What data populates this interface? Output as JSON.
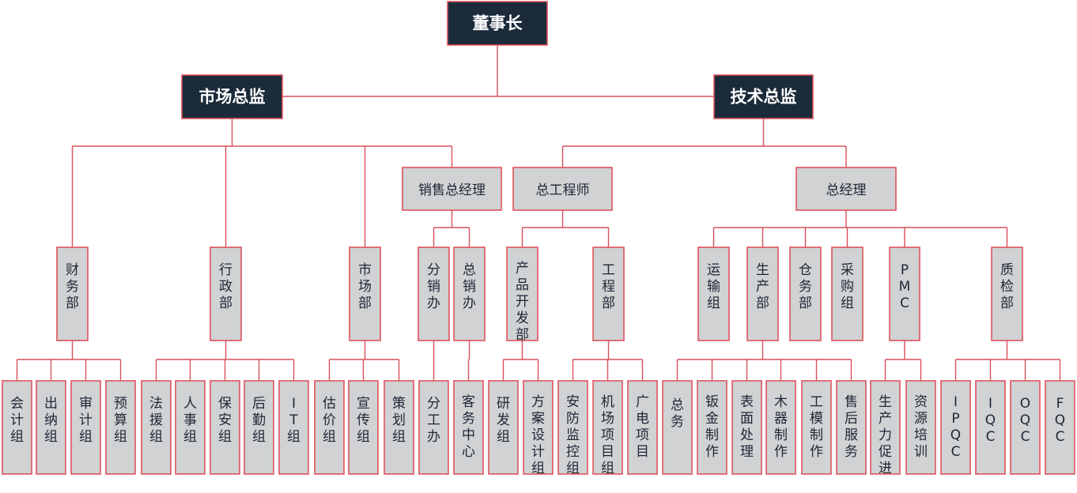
{
  "nodes": [
    {
      "id": "chairman",
      "label": "董事长",
      "style": "dark"
    },
    {
      "id": "market_director",
      "label": "市场总监",
      "style": "dark"
    },
    {
      "id": "tech_director",
      "label": "技术总监",
      "style": "dark"
    },
    {
      "id": "sales_gm",
      "label": "销售总经理",
      "style": "grey"
    },
    {
      "id": "chief_engineer",
      "label": "总工程师",
      "style": "grey"
    },
    {
      "id": "general_manager",
      "label": "总经理",
      "style": "grey"
    },
    {
      "id": "finance",
      "label": "财务部",
      "style": "grey"
    },
    {
      "id": "admin",
      "label": "行政部",
      "style": "grey"
    },
    {
      "id": "market_dept",
      "label": "市场部",
      "style": "grey"
    },
    {
      "id": "branch_office",
      "label": "分销办",
      "style": "grey"
    },
    {
      "id": "general_sales_office",
      "label": "总销办",
      "style": "grey"
    },
    {
      "id": "product_dev",
      "label": "产品开发部",
      "style": "grey"
    },
    {
      "id": "engineering",
      "label": "工程部",
      "style": "grey"
    },
    {
      "id": "transport",
      "label": "运输组",
      "style": "grey"
    },
    {
      "id": "production",
      "label": "生产部",
      "style": "grey"
    },
    {
      "id": "warehouse",
      "label": "仓务部",
      "style": "grey"
    },
    {
      "id": "purchasing",
      "label": "采购组",
      "style": "grey"
    },
    {
      "id": "pmc",
      "label": "PMC",
      "style": "grey"
    },
    {
      "id": "qc_dept",
      "label": "质检部",
      "style": "grey"
    },
    {
      "id": "accounting",
      "label": "会计组",
      "style": "grey"
    },
    {
      "id": "cashier",
      "label": "出纳组",
      "style": "grey"
    },
    {
      "id": "audit",
      "label": "审计组",
      "style": "grey"
    },
    {
      "id": "budget",
      "label": "预算组",
      "style": "grey"
    },
    {
      "id": "legal",
      "label": "法援组",
      "style": "grey"
    },
    {
      "id": "hr",
      "label": "人事组",
      "style": "grey"
    },
    {
      "id": "security",
      "label": "保安组",
      "style": "grey"
    },
    {
      "id": "logistics",
      "label": "后勤组",
      "style": "grey"
    },
    {
      "id": "it",
      "label": "IT组",
      "style": "grey"
    },
    {
      "id": "pricing",
      "label": "估价组",
      "style": "grey"
    },
    {
      "id": "publicity",
      "label": "宣传组",
      "style": "grey"
    },
    {
      "id": "planning",
      "label": "策划组",
      "style": "grey"
    },
    {
      "id": "division_office",
      "label": "分工办",
      "style": "grey"
    },
    {
      "id": "customer_center",
      "label": "客务中心",
      "style": "grey"
    },
    {
      "id": "rnd",
      "label": "研发组",
      "style": "grey"
    },
    {
      "id": "solution_design",
      "label": "方案设计组",
      "style": "grey"
    },
    {
      "id": "security_monitoring",
      "label": "安防监控组",
      "style": "grey"
    },
    {
      "id": "airport_project",
      "label": "机场项目组",
      "style": "grey"
    },
    {
      "id": "broadcast_project",
      "label": "广电项目",
      "style": "grey"
    },
    {
      "id": "general_affairs",
      "label": "总务",
      "style": "grey"
    },
    {
      "id": "sheet_metal",
      "label": "钣金制作",
      "style": "grey"
    },
    {
      "id": "surface_treatment",
      "label": "表面处理",
      "style": "grey"
    },
    {
      "id": "woodwork",
      "label": "木器制作",
      "style": "grey"
    },
    {
      "id": "mold_making",
      "label": "工模制作",
      "style": "grey"
    },
    {
      "id": "after_sales",
      "label": "售后服务",
      "style": "grey"
    },
    {
      "id": "production_promotion",
      "label": "生产力促进",
      "style": "grey"
    },
    {
      "id": "resource_training",
      "label": "资源培训",
      "style": "grey"
    },
    {
      "id": "ipqc",
      "label": "IPQC",
      "style": "grey"
    },
    {
      "id": "iqc",
      "label": "IQC",
      "style": "grey"
    },
    {
      "id": "oqc",
      "label": "OQC",
      "style": "grey"
    },
    {
      "id": "fqc",
      "label": "FQC",
      "style": "grey"
    }
  ],
  "edges": [
    {
      "from": "chairman",
      "to": "market_director"
    },
    {
      "from": "chairman",
      "to": "tech_director"
    },
    {
      "from": "market_director",
      "to": "sales_gm"
    },
    {
      "from": "market_director",
      "to": "finance"
    },
    {
      "from": "market_director",
      "to": "admin"
    },
    {
      "from": "market_director",
      "to": "market_dept"
    },
    {
      "from": "sales_gm",
      "to": "branch_office"
    },
    {
      "from": "sales_gm",
      "to": "general_sales_office"
    },
    {
      "from": "tech_director",
      "to": "chief_engineer"
    },
    {
      "from": "tech_director",
      "to": "general_manager"
    },
    {
      "from": "chief_engineer",
      "to": "product_dev"
    },
    {
      "from": "chief_engineer",
      "to": "engineering"
    },
    {
      "from": "general_manager",
      "to": "transport"
    },
    {
      "from": "general_manager",
      "to": "production"
    },
    {
      "from": "general_manager",
      "to": "warehouse"
    },
    {
      "from": "general_manager",
      "to": "purchasing"
    },
    {
      "from": "general_manager",
      "to": "pmc"
    },
    {
      "from": "general_manager",
      "to": "qc_dept"
    },
    {
      "from": "finance",
      "to": "accounting"
    },
    {
      "from": "finance",
      "to": "cashier"
    },
    {
      "from": "finance",
      "to": "audit"
    },
    {
      "from": "finance",
      "to": "budget"
    },
    {
      "from": "admin",
      "to": "legal"
    },
    {
      "from": "admin",
      "to": "hr"
    },
    {
      "from": "admin",
      "to": "security"
    },
    {
      "from": "admin",
      "to": "logistics"
    },
    {
      "from": "admin",
      "to": "it"
    },
    {
      "from": "market_dept",
      "to": "pricing"
    },
    {
      "from": "market_dept",
      "to": "publicity"
    },
    {
      "from": "market_dept",
      "to": "planning"
    },
    {
      "from": "branch_office",
      "to": "division_office"
    },
    {
      "from": "general_sales_office",
      "to": "customer_center"
    },
    {
      "from": "product_dev",
      "to": "rnd"
    },
    {
      "from": "product_dev",
      "to": "solution_design"
    },
    {
      "from": "engineering",
      "to": "security_monitoring"
    },
    {
      "from": "engineering",
      "to": "airport_project"
    },
    {
      "from": "engineering",
      "to": "broadcast_project"
    },
    {
      "from": "production",
      "to": "general_affairs"
    },
    {
      "from": "production",
      "to": "sheet_metal"
    },
    {
      "from": "production",
      "to": "surface_treatment"
    },
    {
      "from": "production",
      "to": "woodwork"
    },
    {
      "from": "production",
      "to": "mold_making"
    },
    {
      "from": "production",
      "to": "after_sales"
    },
    {
      "from": "pmc",
      "to": "production_promotion"
    },
    {
      "from": "pmc",
      "to": "resource_training"
    },
    {
      "from": "qc_dept",
      "to": "ipqc"
    },
    {
      "from": "qc_dept",
      "to": "iqc"
    },
    {
      "from": "qc_dept",
      "to": "oqc"
    },
    {
      "from": "qc_dept",
      "to": "fqc"
    }
  ],
  "colors": {
    "dark_fill": "#1b2b3a",
    "box_fill": "#d0d2d4",
    "border": "#e0535d",
    "line": "#d8505a",
    "dark_text": "#ffffff",
    "box_text": "#1d2733"
  }
}
